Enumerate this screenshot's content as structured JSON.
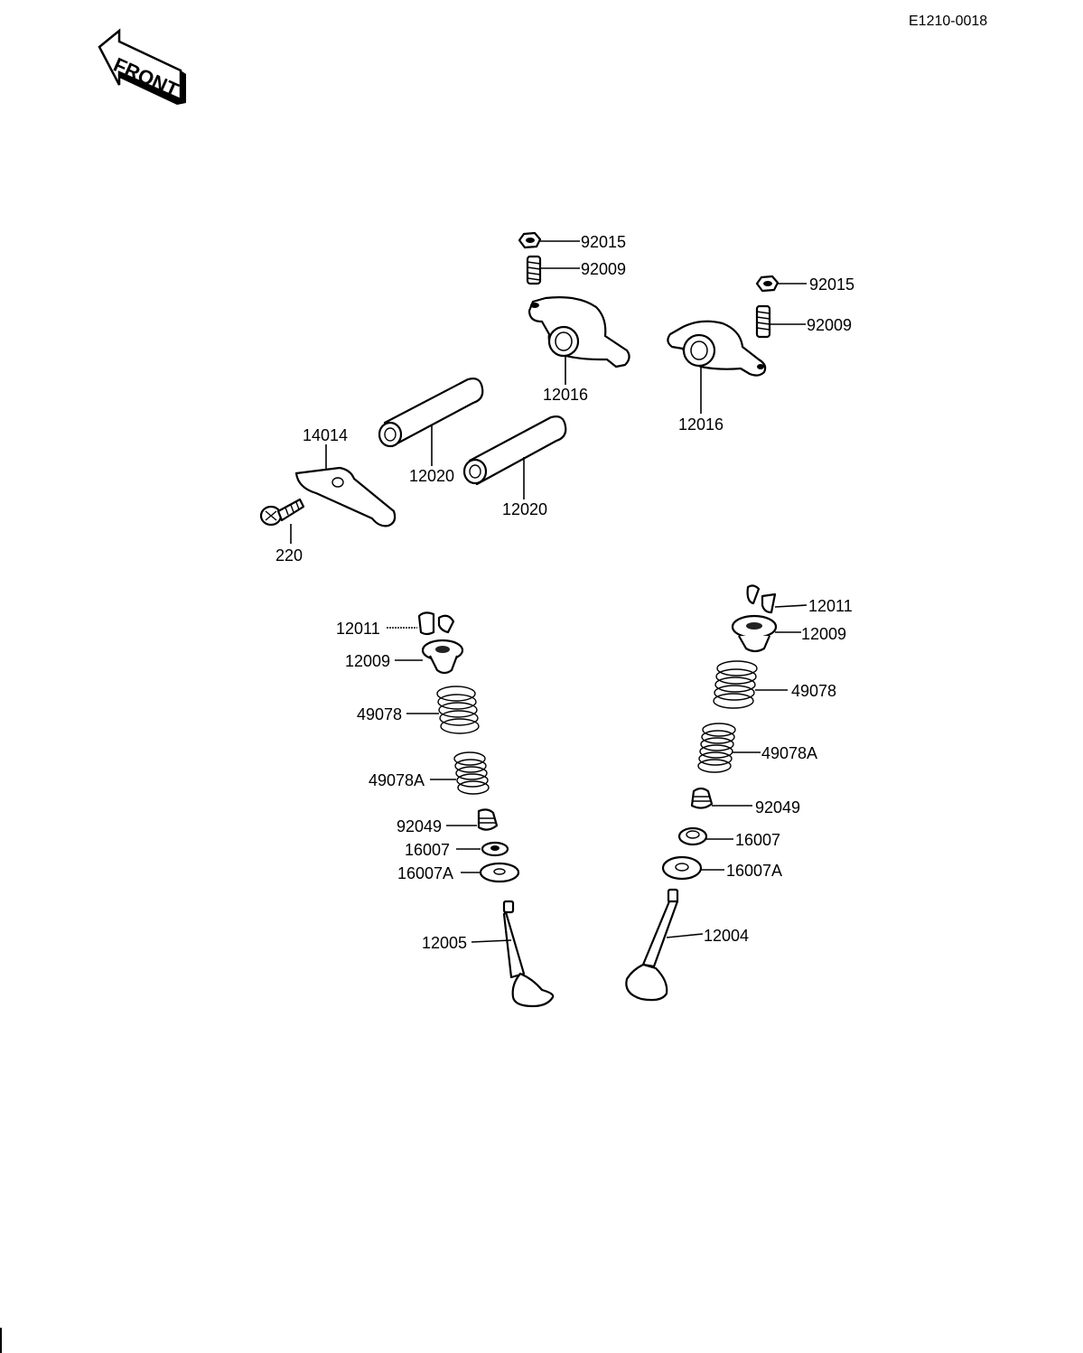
{
  "drawing_code": "E1210-0018",
  "front_arrow_text": "FRONT",
  "parts": {
    "nut_a": "92015",
    "stud_a": "92009",
    "rocker_a": "12016",
    "nut_b": "92015",
    "stud_b": "92009",
    "rocker_b": "12016",
    "plate": "14014",
    "shaft_a": "12020",
    "shaft_b": "12020",
    "screw": "220",
    "cotter_l": "12011",
    "retainer_l": "12009",
    "spring_outer_l": "49078",
    "spring_inner_l": "49078A",
    "seal_l": "92049",
    "seat_l": "16007",
    "seat_a_l": "16007A",
    "valve_l": "12005",
    "cotter_r": "12011",
    "retainer_r": "12009",
    "spring_outer_r": "49078",
    "spring_inner_r": "49078A",
    "seal_r": "92049",
    "seat_r": "16007",
    "seat_a_r": "16007A",
    "valve_r": "12004"
  }
}
